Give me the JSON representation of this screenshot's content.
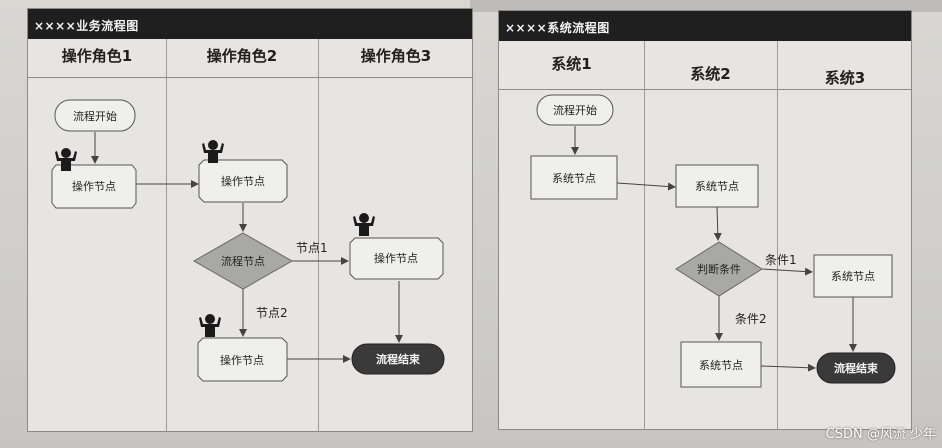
{
  "left_diagram": {
    "title": "××××业务流程图",
    "lanes": [
      "操作角色1",
      "操作角色2",
      "操作角色3"
    ],
    "nodes": {
      "start": "流程开始",
      "op1": "操作节点",
      "op2": "操作节点",
      "decision": "流程节点",
      "op3": "操作节点",
      "op4": "操作节点",
      "end": "流程结束"
    },
    "edge_labels": {
      "branch1": "节点1",
      "branch2": "节点2"
    }
  },
  "right_diagram": {
    "title": "××××系统流程图",
    "lanes": [
      "系统1",
      "系统2",
      "系统3"
    ],
    "nodes": {
      "start": "流程开始",
      "sys1": "系统节点",
      "sys2": "系统节点",
      "decision": "判断条件",
      "sys3": "系统节点",
      "sys4": "系统节点",
      "end": "流程结束"
    },
    "edge_labels": {
      "cond1": "条件1",
      "cond2": "条件2"
    }
  },
  "watermark": "CSDN @风流 少年",
  "icons": {
    "actor": "person-icon"
  }
}
